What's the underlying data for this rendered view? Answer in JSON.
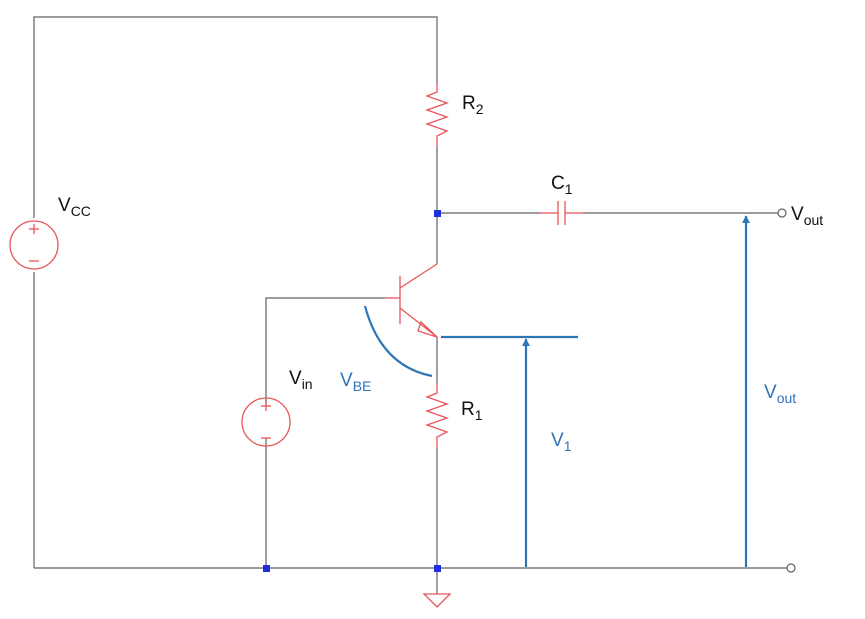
{
  "colors": {
    "wire": "#606060",
    "component": "#e8555a",
    "annotation": "#2e75b6",
    "node": "#1f2fe0",
    "text": "#111111"
  },
  "labels": {
    "vcc": {
      "main": "V",
      "sub": "CC"
    },
    "r2": {
      "main": "R",
      "sub": "2"
    },
    "c1": {
      "main": "C",
      "sub": "1"
    },
    "vout_terminal": {
      "main": "V",
      "sub": "out"
    },
    "vin": {
      "main": "V",
      "sub": "in"
    },
    "vbe": {
      "main": "V",
      "sub": "BE"
    },
    "r1": {
      "main": "R",
      "sub": "1"
    },
    "v1": {
      "main": "V",
      "sub": "1"
    },
    "vout_arrow": {
      "main": "V",
      "sub": "out"
    }
  },
  "source_symbols": {
    "plus": "+",
    "minus": "−"
  }
}
